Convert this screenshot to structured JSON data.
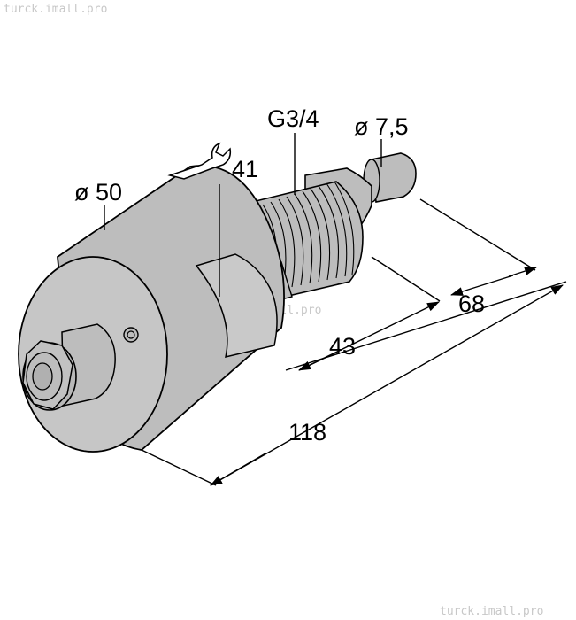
{
  "watermark_top": "turck.imall.pro",
  "watermark_center": "turck.imall.pro",
  "watermark_bottom": "turck.imall.pro",
  "labels": {
    "body_diameter": "ø 50",
    "wrench_size": "41",
    "thread": "G3/4",
    "probe_diameter": "ø 7,5",
    "length_68": "68",
    "length_43": "43",
    "length_118": "118"
  },
  "icons": {
    "wrench": "wrench-icon"
  },
  "colors": {
    "body_fill": "#bdbdbd",
    "face_fill": "#c6c6c6",
    "outline": "#000000",
    "watermark": "#c8c8c8"
  }
}
